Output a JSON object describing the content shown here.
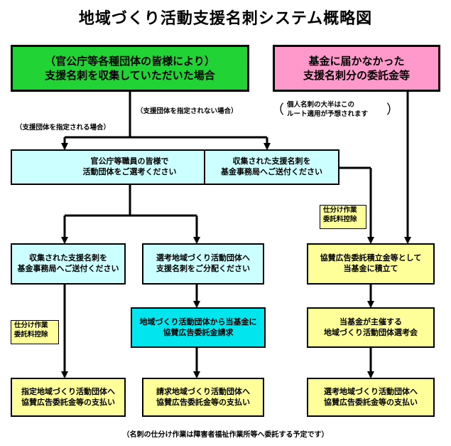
{
  "title": "地域づくり活動支援名刺システム概略図",
  "boxes": {
    "source_org": [
      "（官公庁等各種団体の皆様により）",
      "支援名刺を収集していただいた場合"
    ],
    "source_fund": [
      "基金に届かなかった",
      "支援名刺分の委託金等"
    ],
    "select_groups": [
      "官公庁等職員の皆様で",
      "活動団体をご選考ください"
    ],
    "send_fund_office_top": [
      "収集された支援名刺を",
      "基金事務局へご送付ください"
    ],
    "send_fund_office_left": [
      "収集された支援名刺を",
      "基金事務局へご送付ください"
    ],
    "distribute_cards": [
      "選考地域づくり活動団体へ",
      "支援名刺をご分配ください"
    ],
    "reserve": [
      "協賛広告委託積立金等として",
      "当基金に積立て"
    ],
    "claim": [
      "地域づくり活動団体から当基金に",
      "協賛広告委託金請求"
    ],
    "selection_meeting": [
      "当基金が主催する",
      "地域づくり活動団体選考会"
    ],
    "pay_designated": [
      "指定地域づくり活動団体へ",
      "協賛広告委託金等の支払い"
    ],
    "pay_claim": [
      "請求地域づくり活動団体へ",
      "協賛広告委託金等の支払い"
    ],
    "pay_selected": [
      "選考地域づくり活動団体へ",
      "協賛広告委託金等の支払い"
    ]
  },
  "notes": {
    "not_designated": "（支援団体を指定されない場合）",
    "designated": "（支援団体を指定される場合）",
    "individual": [
      "個人名刺の大半はこの",
      "ルート適用が予想されます"
    ],
    "paren_open": "（",
    "paren_close": "）"
  },
  "fees": {
    "fee_right": [
      "仕分け作業",
      "委託料控除"
    ],
    "fee_left": [
      "仕分け作業",
      "委託料控除"
    ]
  },
  "footer": "（名刺の仕分け作業は障害者福祉作業所等へ委託する予定です）"
}
